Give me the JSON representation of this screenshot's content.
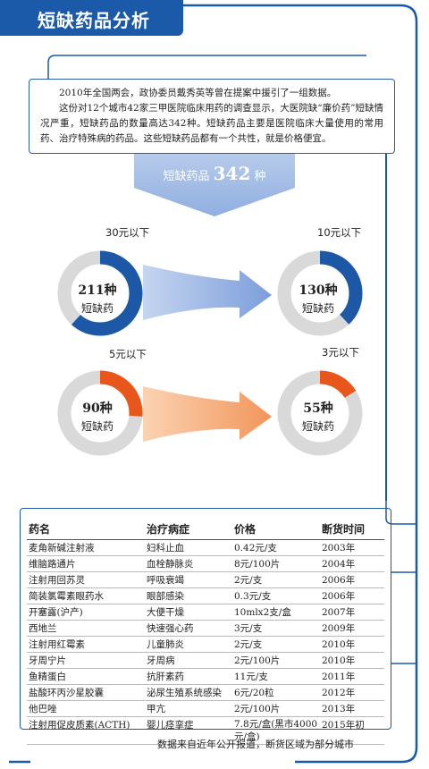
{
  "header": {
    "title": "短缺药品分析"
  },
  "intro": {
    "paragraph_1": "2010年全国两会，政协委员戴秀英等曾在提案中援引了一组数据。",
    "paragraph_2": "这份对12个城市42家三甲医院临床用药的调查显示，大医院缺“廉价药”短缺情况严重，短缺药品的数量高达342种。短缺药品主要是医院临床大量使用的常用药、治疗特殊病的药品。这些短缺药品都有一个共性，就是价格便宜。"
  },
  "total": {
    "label": "短缺药品",
    "count": "342",
    "unit": "种"
  },
  "chart_data": {
    "type": "pie",
    "title": "",
    "total_count": 342,
    "unit_label": "短缺药",
    "rings": [
      {
        "price_label": "30元以下",
        "count": 211,
        "count_text": "211种",
        "share_of_total": 0.617,
        "color": "#1c58a6"
      },
      {
        "price_label": "10元以下",
        "count": 130,
        "count_text": "130种",
        "share_of_total": 0.38,
        "color": "#1c58a6"
      },
      {
        "price_label": "5元以下",
        "count": 90,
        "count_text": "90种",
        "share_of_total": 0.263,
        "color": "#e8561c"
      },
      {
        "price_label": "3元以下",
        "count": 55,
        "count_text": "55种",
        "share_of_total": 0.161,
        "color": "#e8561c"
      }
    ],
    "ring_track_color": "#d9d9d9"
  },
  "table": {
    "headers": [
      "药名",
      "治疗病症",
      "价格",
      "断货时间"
    ],
    "rows": [
      [
        "麦角新碱注射液",
        "妇科止血",
        "0.42元/支",
        "2003年"
      ],
      [
        "维脑路通片",
        "血栓静脉炎",
        "8元/100片",
        "2004年"
      ],
      [
        "注射用回苏灵",
        "呼吸衰竭",
        "2元/支",
        "2006年"
      ],
      [
        "简装氯霉素眼药水",
        "眼部感染",
        "0.3元/支",
        "2006年"
      ],
      [
        "开塞露(沪产)",
        "大便干燥",
        "10mlx2支/盒",
        "2007年"
      ],
      [
        "西地兰",
        "快速强心药",
        "3元/支",
        "2009年"
      ],
      [
        "注射用红霉素",
        "儿童肺炎",
        "2元/支",
        "2010年"
      ],
      [
        "牙周宁片",
        "牙周病",
        "2元/100片",
        "2010年"
      ],
      [
        "鱼精蛋白",
        "抗肝素药",
        "11元/支",
        "2011年"
      ],
      [
        "盐酸环丙沙星胶囊",
        "泌尿生殖系统感染",
        "6元/20粒",
        "2012年"
      ],
      [
        "他巴唑",
        "甲亢",
        "2元/100片",
        "2013年"
      ],
      [
        "注射用促皮质素(ACTH)",
        "婴儿痉挛症",
        "7.8元/盒(黑市4000元/盒)",
        "2015年初"
      ]
    ]
  },
  "footer": {
    "source": "数据来自近年公开报道，断货区域为部分城市"
  },
  "colors": {
    "brand_blue": "#1b5aa8",
    "accent_orange": "#e8561c",
    "arrow_blue": "#8faee0",
    "arrow_orange": "#f2a56a"
  }
}
